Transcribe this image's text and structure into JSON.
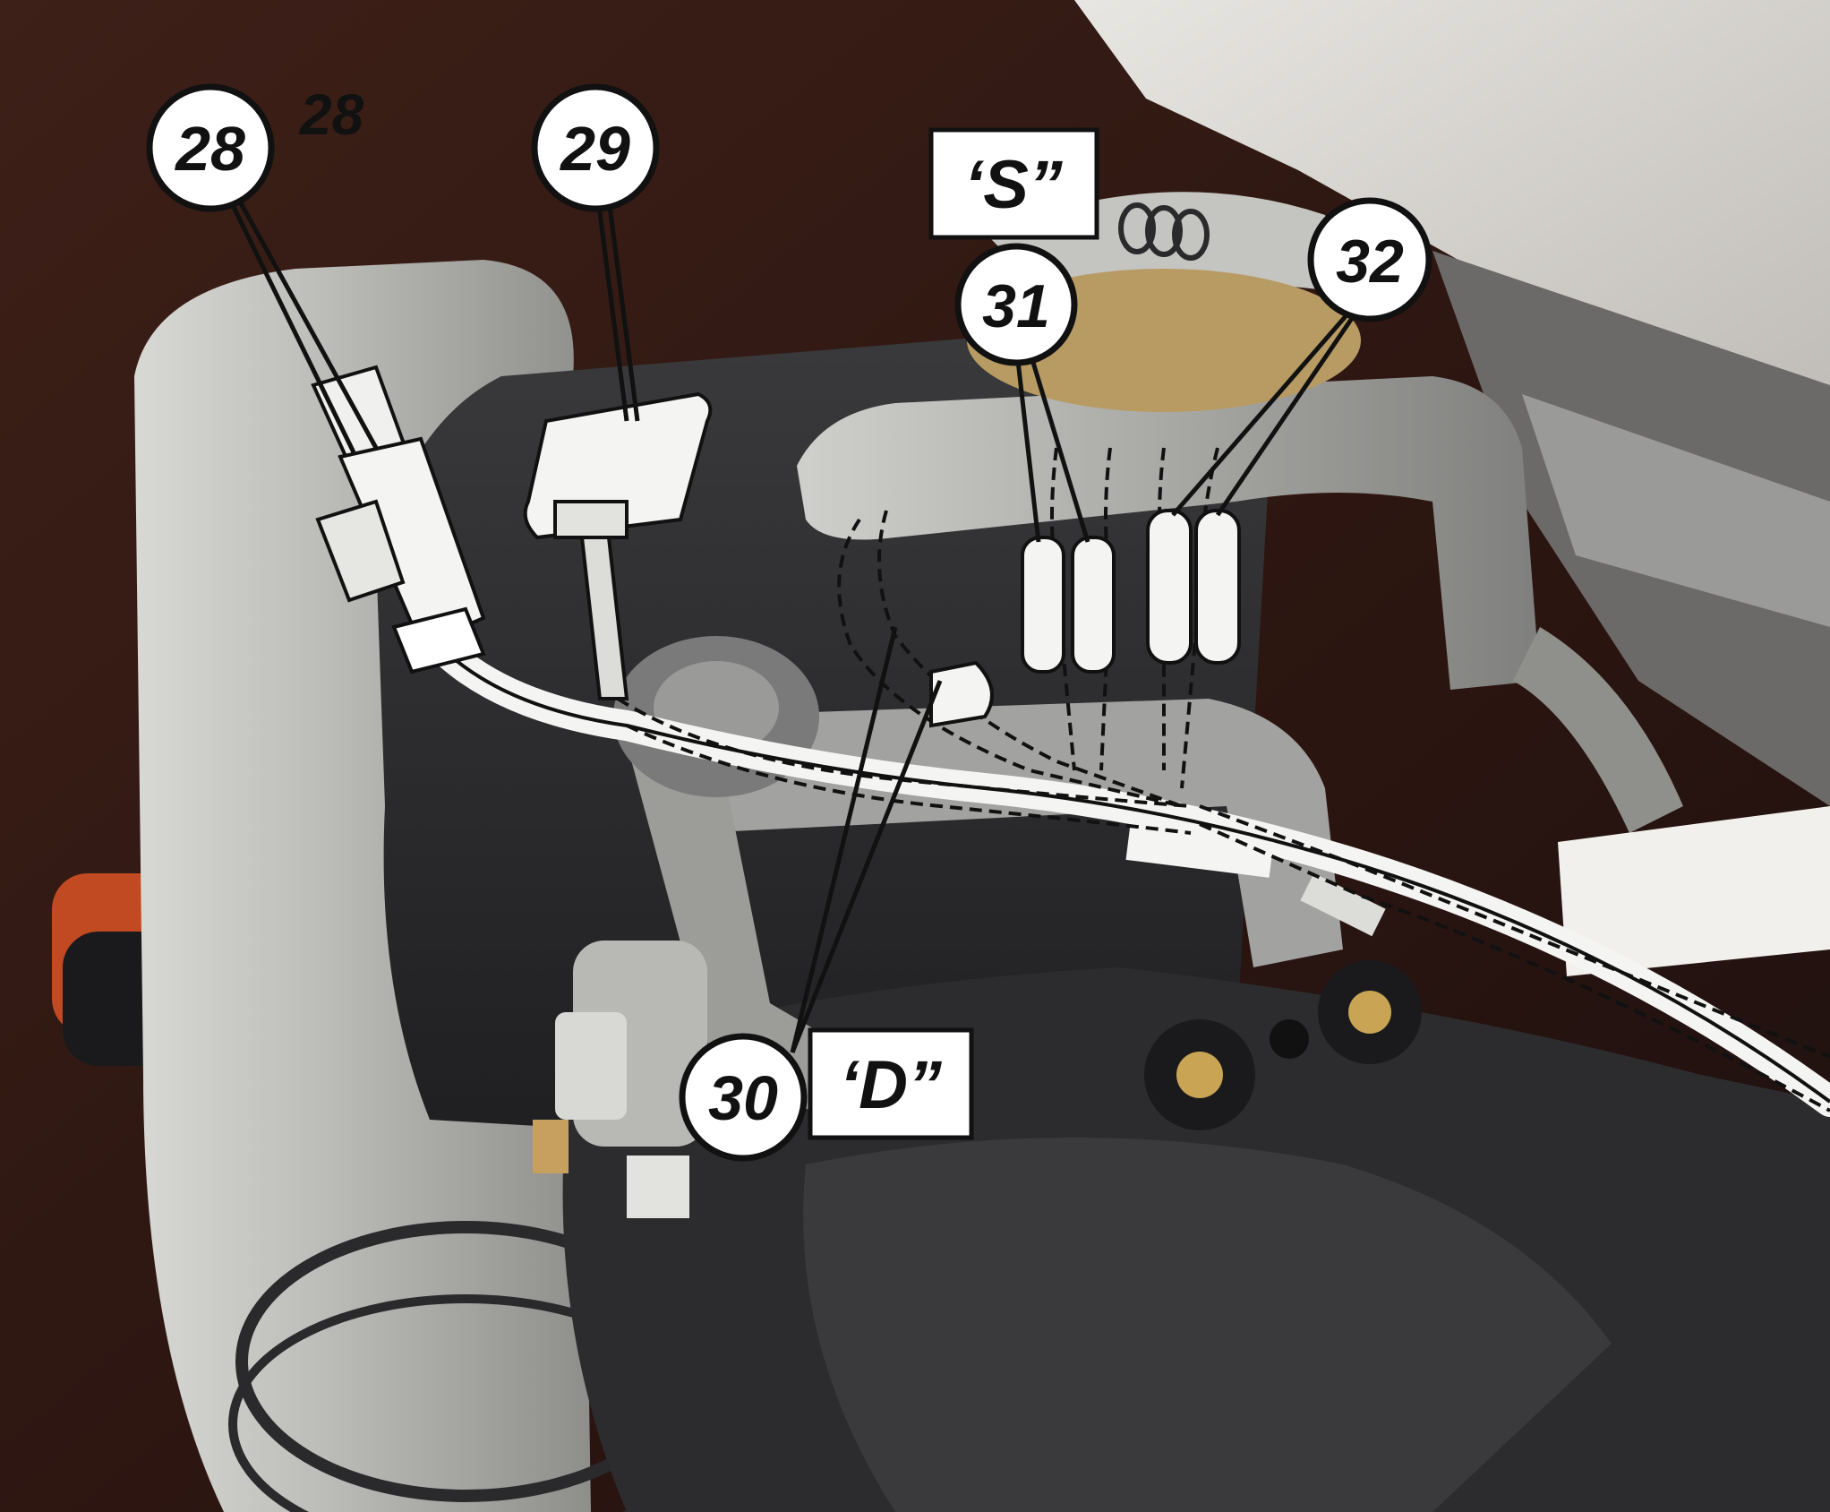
{
  "figure": {
    "page_number": "28",
    "callouts": [
      {
        "id": "28",
        "label": "28"
      },
      {
        "id": "29",
        "label": "29"
      },
      {
        "id": "30",
        "label": "30"
      },
      {
        "id": "31",
        "label": "31"
      },
      {
        "id": "32",
        "label": "32"
      }
    ],
    "tags": [
      {
        "id": "S",
        "label": "‘S”"
      },
      {
        "id": "D",
        "label": "‘D”"
      }
    ]
  },
  "colors": {
    "background_brown": "#3b1f17",
    "silver_frame": "#a9a9a6",
    "dark_body": "#2e2e30",
    "tail_light_orange": "#c14a22",
    "callout_fill": "#ffffff",
    "ink": "#111111"
  },
  "icons": [
    "connector-28-icon",
    "connector-29-icon",
    "fuse-31-icon",
    "fuse-32-icon",
    "wire-harness-icon"
  ]
}
